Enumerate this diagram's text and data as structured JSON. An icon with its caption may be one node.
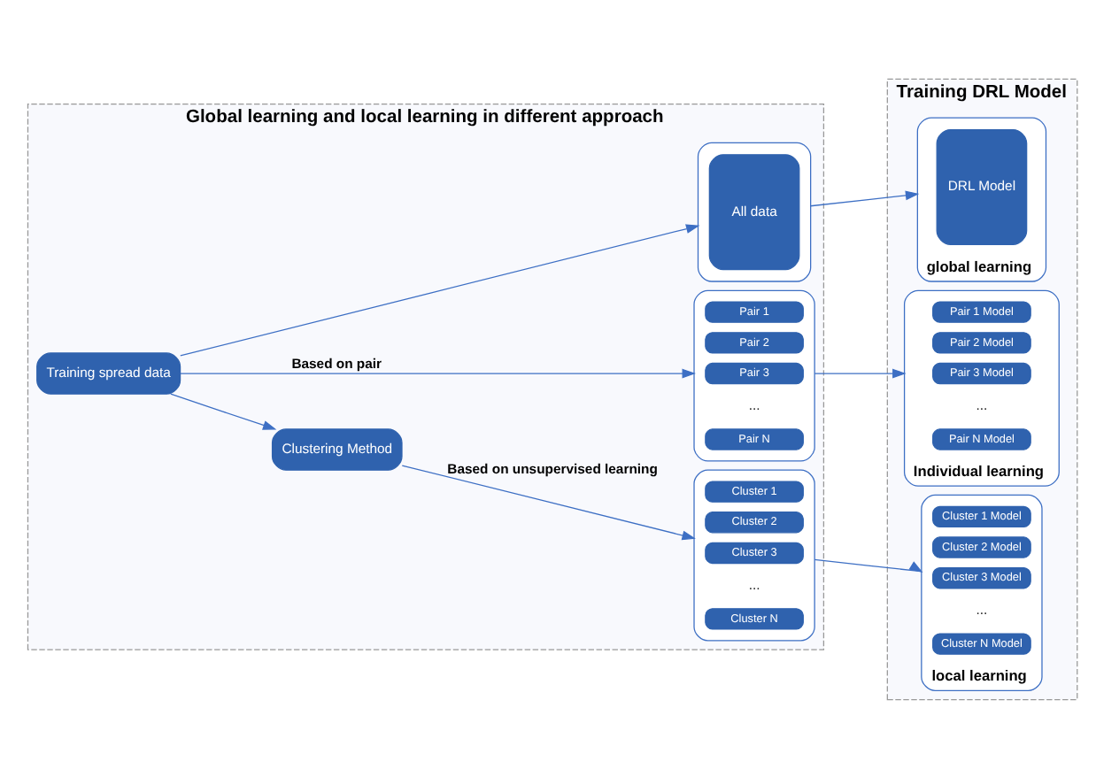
{
  "diagram": {
    "nodes": [
      {
        "text": [
          "Global learning and local learning in different approach"
        ]
      },
      {
        "text": [
          "Training DRL Model"
        ]
      },
      {
        "text": [],
        "shape": "box",
        "in": 0
      },
      {
        "text": [
          "All data"
        ],
        "in": 2
      },
      {
        "text": [],
        "shape": "box",
        "in": 1,
        "beside": [
          "global learning"
        ]
      },
      {
        "text": [
          "DRL Model"
        ],
        "in": 4
      },
      {
        "text": [
          "Training spread data"
        ],
        "in": 0
      },
      {
        "text": [],
        "shape": "box",
        "in": 0
      },
      {
        "text": [
          "Pair 1"
        ],
        "in": 7
      },
      {
        "text": [
          "Pair 2"
        ],
        "in": 7
      },
      {
        "text": [
          "Pair 3"
        ],
        "in": 7
      },
      {
        "text": [
          "..."
        ],
        "in": 7
      },
      {
        "text": [
          "Pair N"
        ],
        "in": 7
      },
      {
        "text": [],
        "shape": "box",
        "in": 1,
        "beside": [
          "Individual learning"
        ]
      },
      {
        "text": [
          "Pair 1 Model"
        ],
        "in": 13
      },
      {
        "text": [
          "Pair 2 Model"
        ],
        "in": 13
      },
      {
        "text": [
          "Pair 3 Model"
        ],
        "in": 13
      },
      {
        "text": [
          "..."
        ],
        "in": 13
      },
      {
        "text": [
          "Pair N Model"
        ],
        "in": 13
      },
      {
        "text": [
          "Clustering Method"
        ],
        "in": 0
      },
      {
        "text": [],
        "shape": "box",
        "in": 0
      },
      {
        "text": [
          "Cluster 1"
        ],
        "in": 20
      },
      {
        "text": [
          "Cluster 2"
        ],
        "in": 20
      },
      {
        "text": [
          "Cluster 3"
        ],
        "in": 20
      },
      {
        "text": [
          "..."
        ],
        "in": 20
      },
      {
        "text": [
          "Cluster N"
        ],
        "in": 20
      },
      {
        "text": [],
        "shape": "box",
        "in": 1,
        "beside": [
          "local learning"
        ]
      },
      {
        "text": [
          "Cluster 1 Model"
        ],
        "in": 26
      },
      {
        "text": [
          "Cluster 2 Model"
        ],
        "in": 26
      },
      {
        "text": [
          "Cluster 3 Model"
        ],
        "in": 26
      },
      {
        "text": [
          "..."
        ],
        "in": 26
      },
      {
        "text": [
          "Cluster N Model"
        ],
        "in": 26
      }
    ],
    "edges": [
      {
        "from": 6,
        "to": 2,
        "arrow": "to"
      },
      {
        "from": 6,
        "to": 7,
        "arrow": "to",
        "label": "Based on pair"
      },
      {
        "from": 6,
        "to": 19,
        "arrow": "to"
      },
      {
        "from": 19,
        "to": 20,
        "arrow": "to",
        "label": "Based on unsupervised learning"
      },
      {
        "from": 2,
        "to": 4,
        "arrow": "to"
      },
      {
        "from": 7,
        "to": 13,
        "arrow": "to"
      },
      {
        "from": 20,
        "to": 26,
        "arrow": "to"
      }
    ]
  }
}
